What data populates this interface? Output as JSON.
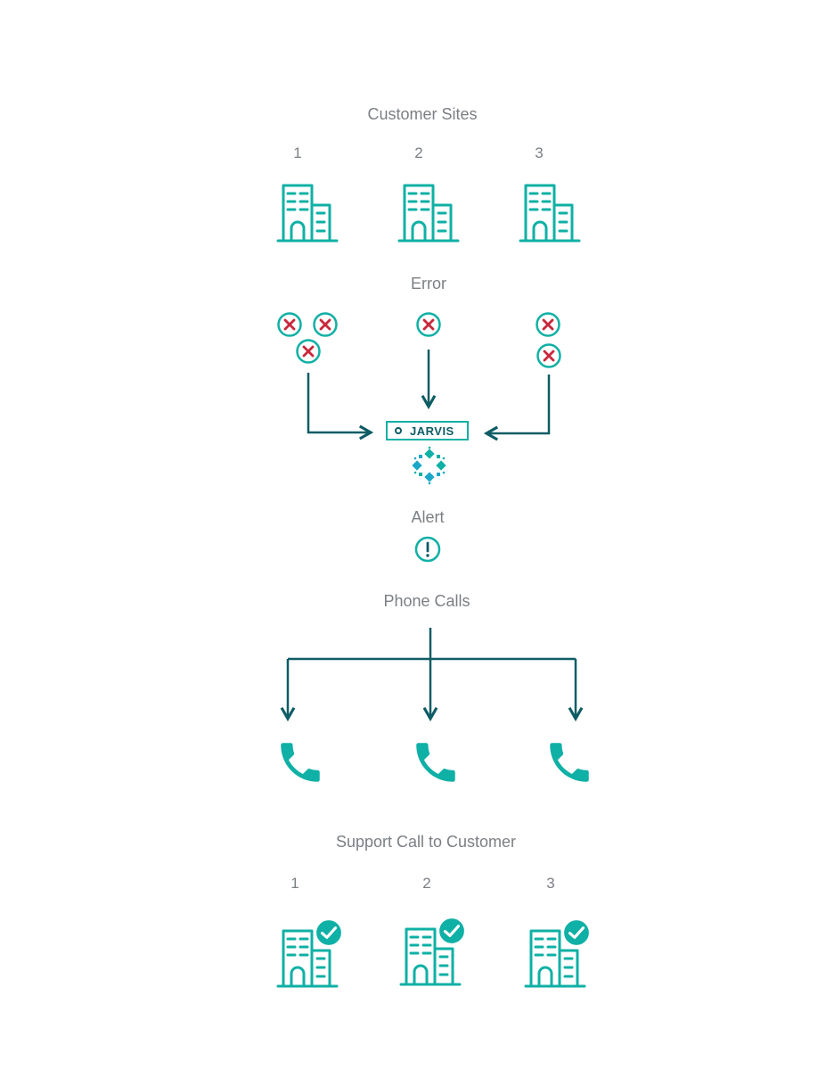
{
  "sections": {
    "customer_sites": {
      "title": "Customer Sites",
      "numbers": [
        "1",
        "2",
        "3"
      ]
    },
    "error": {
      "title": "Error",
      "counts_per_site": [
        3,
        1,
        2
      ]
    },
    "jarvis": {
      "label": "JARVIS"
    },
    "alert": {
      "title": "Alert"
    },
    "phone_calls": {
      "title": "Phone Calls",
      "count": 3
    },
    "support": {
      "title": "Support Call to Customer",
      "numbers": [
        "1",
        "2",
        "3"
      ]
    }
  },
  "icons": {
    "building": "building-icon",
    "error": "x-circle-icon",
    "alert": "exclamation-circle-icon",
    "phone": "phone-icon",
    "check": "check-circle-icon",
    "logo": "jarvis-logo-icon"
  },
  "colors": {
    "teal": "#0fb0a5",
    "dark_teal": "#0e5c64",
    "error_red": "#c8283c",
    "label_gray": "#7b7f84"
  }
}
